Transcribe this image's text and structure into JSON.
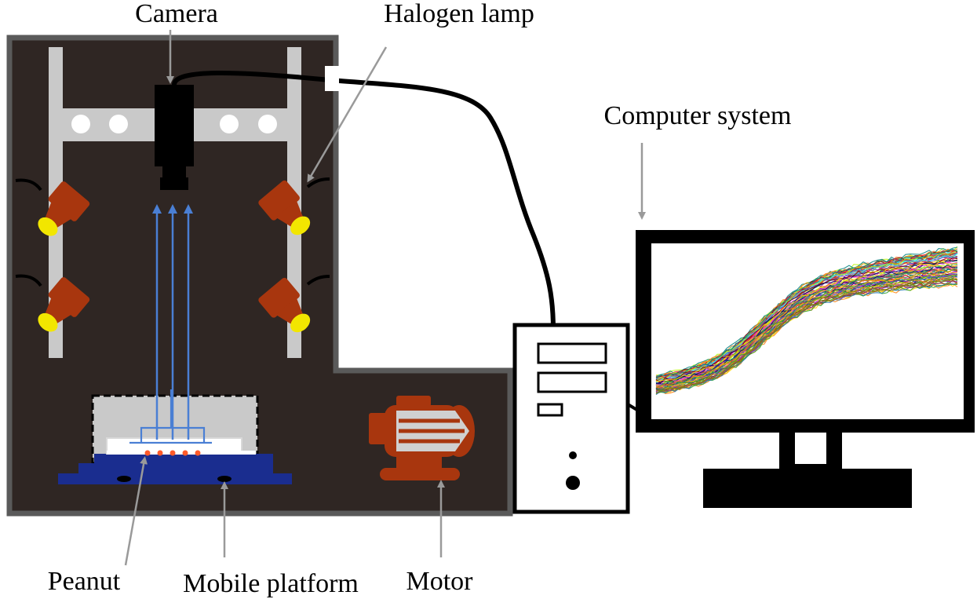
{
  "labels": {
    "camera": "Camera",
    "halogen_lamp": "Halogen lamp",
    "computer_system": "Computer system",
    "peanut": "Peanut",
    "mobile_platform": "Mobile platform",
    "motor": "Motor"
  },
  "colors": {
    "chamber_fill": "#2f2623",
    "chamber_border": "#5a5a5a",
    "frame": "#c9c9c9",
    "lamp_body": "#a8360e",
    "lamp_bulb": "#f2e600",
    "light_ray": "#4a7fd4",
    "platform": "#1a2d8f",
    "peanut_dot": "#ff5a2a",
    "cable": "#000000",
    "pointer": "#9a9a9a"
  },
  "icons": {
    "camera": "camera-icon",
    "lamp": "lamp-icon",
    "motor": "motor-icon",
    "computer_tower": "computer-tower-icon",
    "monitor": "monitor-icon"
  }
}
